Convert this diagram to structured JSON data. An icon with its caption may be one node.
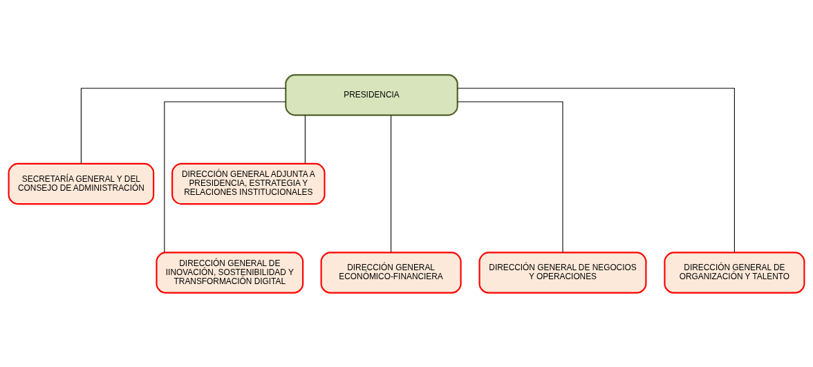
{
  "diagram": {
    "nodes": [
      {
        "text": [
          "PRESIDENCIA"
        ]
      },
      {
        "text": [
          "SECRETARÍA GENERAL Y DEL CONSEJO DE ADMINISTRACIÓN"
        ]
      },
      {
        "text": [
          "DIRECCIÓN GENERAL ADJUNTA A PRESIDENCIA, ESTRATEGIA Y RELACIONES INSTITUCIONALES"
        ]
      },
      {
        "text": [
          "DIRECCIÓN GENERAL DE IINOVACIÓN, SOSTENIBILIDAD Y TRANSFORMACIÓN DIGITAL"
        ]
      },
      {
        "text": [
          "DIRECCIÓN GENERAL ECONÓMICO-FINANCIERA"
        ]
      },
      {
        "text": [
          "DIRECCIÓN GENERAL DE NEGOCIOS Y OPERACIONES"
        ]
      },
      {
        "text": [
          "DIRECCIÓN GENERAL DE ORGANIZACIÓN Y TALENTO"
        ]
      }
    ],
    "edges": [
      {
        "from": 0,
        "to": 1,
        "arrow": "none"
      },
      {
        "from": 0,
        "to": 2,
        "arrow": "none"
      },
      {
        "from": 0,
        "to": 3,
        "arrow": "none"
      },
      {
        "from": 0,
        "to": 4,
        "arrow": "none"
      },
      {
        "from": 0,
        "to": 5,
        "arrow": "none"
      },
      {
        "from": 0,
        "to": 6,
        "arrow": "none"
      }
    ]
  }
}
